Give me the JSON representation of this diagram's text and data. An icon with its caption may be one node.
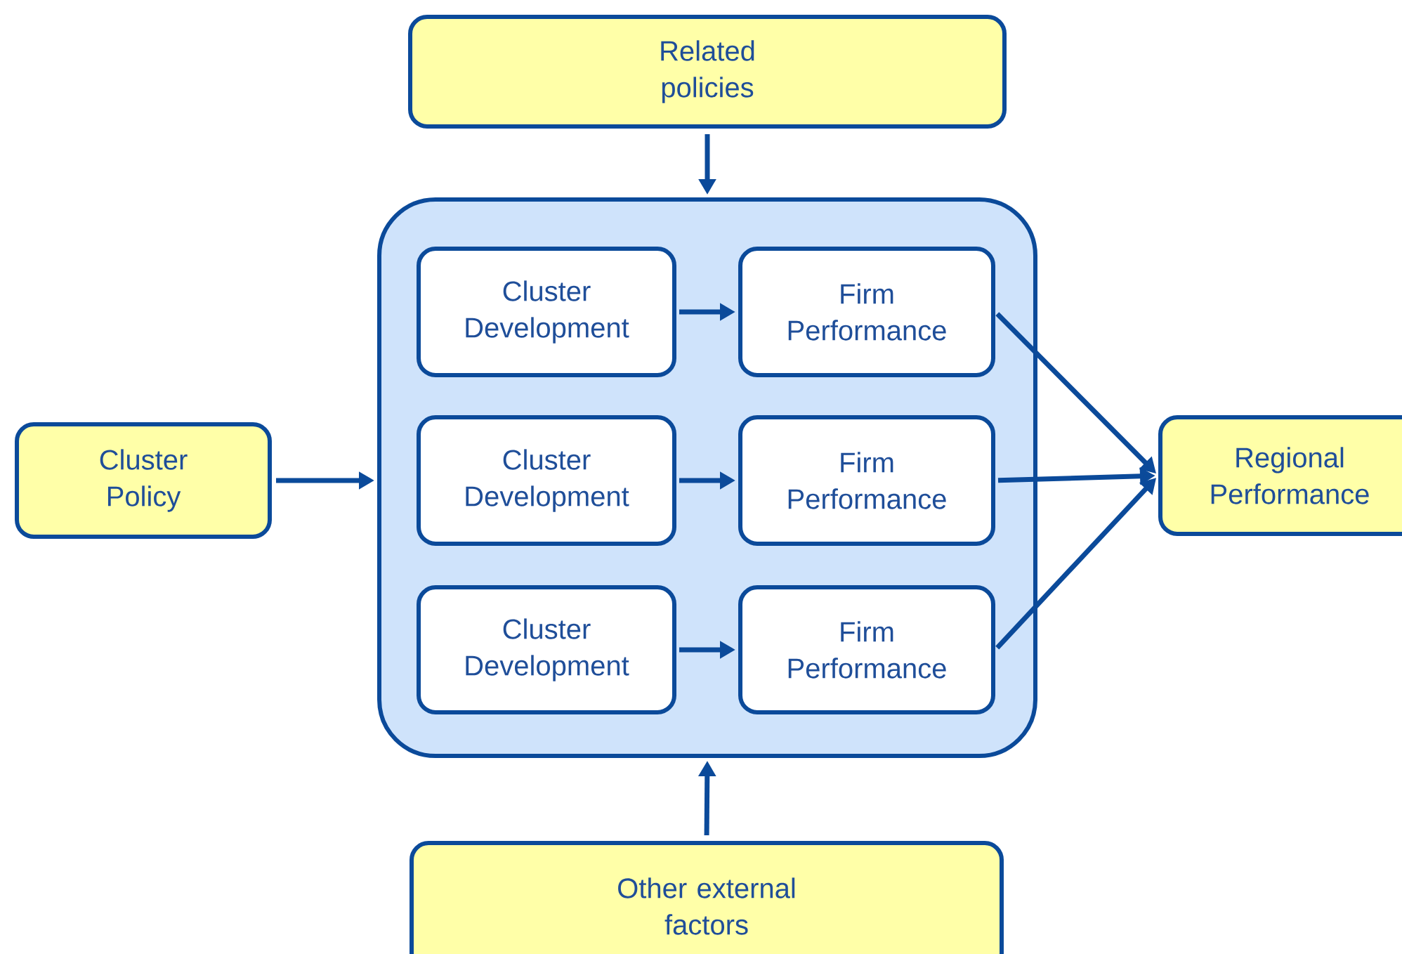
{
  "diagram": {
    "nodes": [
      {
        "text": [
          "Related policies"
        ]
      },
      {
        "text": [
          "Cluster Policy"
        ]
      },
      {
        "text": [],
        "shape": "box"
      },
      {
        "text": [
          "Cluster Development"
        ],
        "in": 2
      },
      {
        "text": [
          "Firm Performance"
        ],
        "in": 2
      },
      {
        "text": [
          "Cluster Development"
        ],
        "in": 2
      },
      {
        "text": [
          "Firm Performance"
        ],
        "in": 2
      },
      {
        "text": [
          "Cluster Development"
        ],
        "in": 2
      },
      {
        "text": [
          "Firm Performance"
        ],
        "in": 2
      },
      {
        "text": [
          "Regional Performance"
        ]
      },
      {
        "text": [
          "Other external factors"
        ]
      }
    ],
    "edges": [
      {
        "from": 0,
        "to": 2,
        "arrow": "to"
      },
      {
        "from": 1,
        "to": 2,
        "arrow": "to"
      },
      {
        "from": 3,
        "to": 4,
        "arrow": "to"
      },
      {
        "from": 5,
        "to": 6,
        "arrow": "to"
      },
      {
        "from": 7,
        "to": 8,
        "arrow": "to"
      },
      {
        "from": 4,
        "to": 9,
        "arrow": "to"
      },
      {
        "from": 6,
        "to": 9,
        "arrow": "to"
      },
      {
        "from": 8,
        "to": 9,
        "arrow": "to"
      },
      {
        "from": 10,
        "to": 2,
        "arrow": "to"
      }
    ]
  }
}
